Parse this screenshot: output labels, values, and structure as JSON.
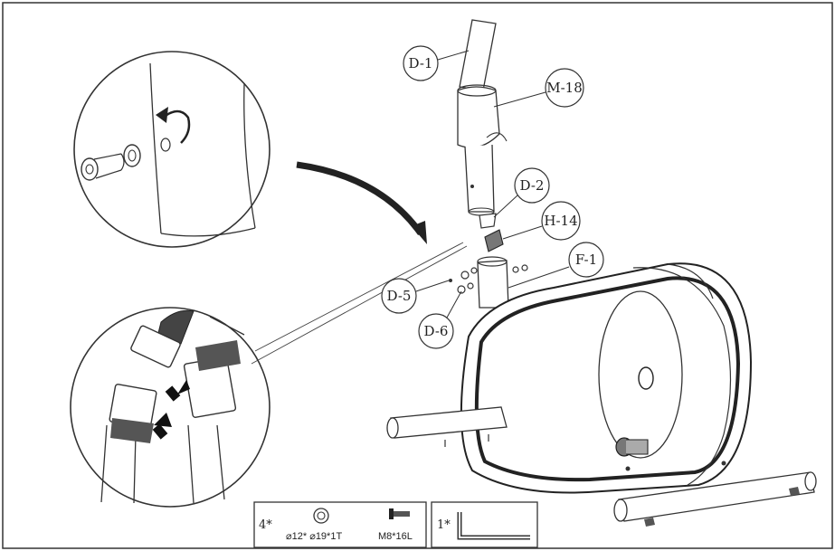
{
  "part_labels": {
    "d1": "D-1",
    "m18": "M-18",
    "d2": "D-2",
    "h14": "H-14",
    "f1": "F-1",
    "d5": "D-5",
    "d6": "D-6"
  },
  "hardware_legend": {
    "box1": {
      "quantity": "4*",
      "washer_label": "⌀12* ⌀19*1T",
      "bolt_label": "M8*16L"
    },
    "box2": {
      "quantity": "1*"
    }
  }
}
